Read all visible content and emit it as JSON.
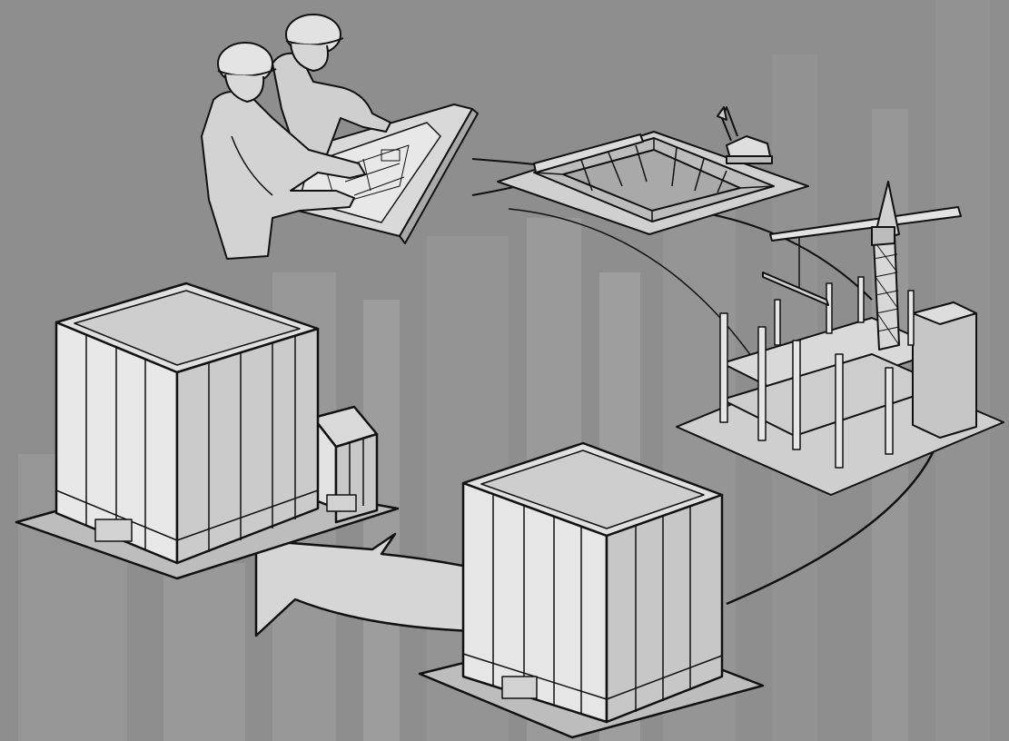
{
  "diagram": {
    "stages": [
      {
        "id": "planning",
        "icon": "engineers-with-blueprint-icon"
      },
      {
        "id": "excavation",
        "icon": "excavation-pit-icon"
      },
      {
        "id": "structural-framing",
        "icon": "crane-and-frame-icon"
      },
      {
        "id": "enclosed-building",
        "icon": "enclosed-building-icon"
      },
      {
        "id": "expanded-building",
        "icon": "expanded-building-icon"
      }
    ],
    "colors": {
      "background": "#8e8e8e",
      "background_texture": "#a8a8a8",
      "line": "#111111",
      "fill_light": "#e4e4e4",
      "fill_mid": "#c9c9c9",
      "fill_dark": "#a9a9a9",
      "ground": "#bdbdbd"
    }
  }
}
